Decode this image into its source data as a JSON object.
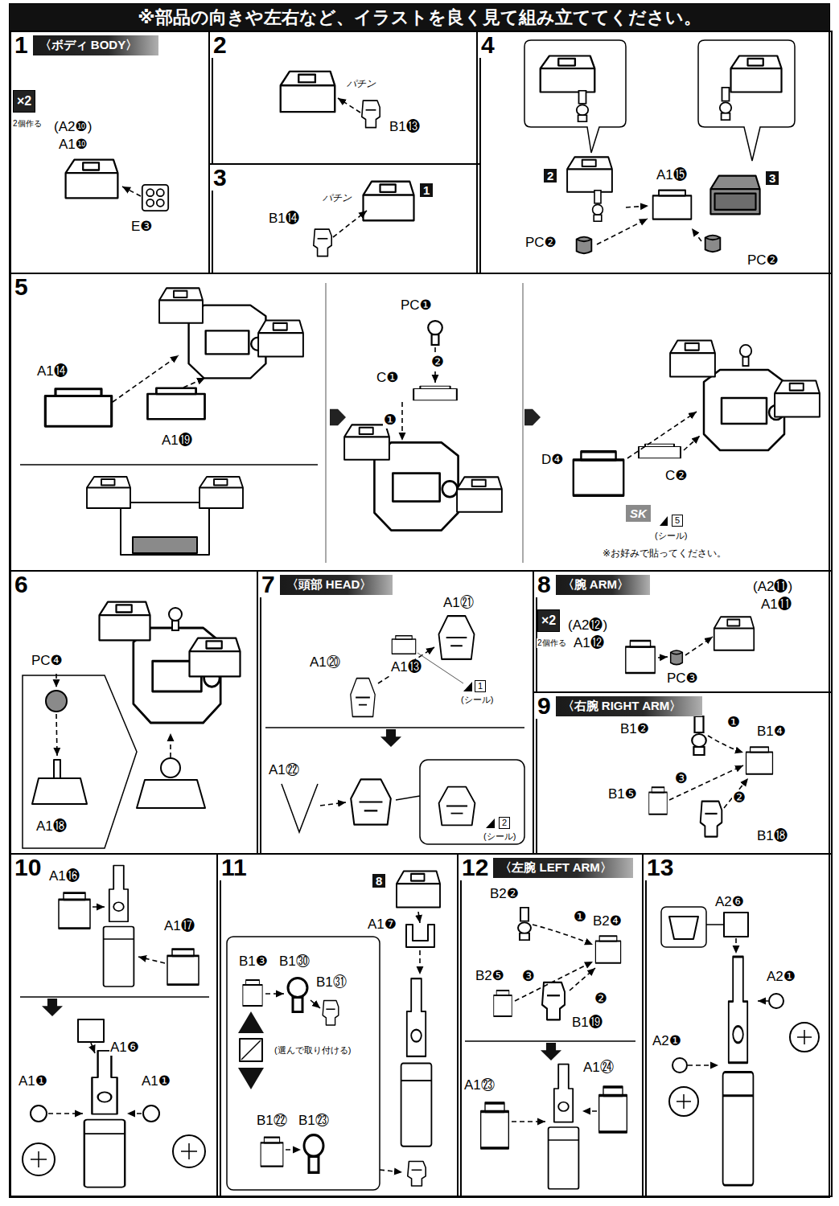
{
  "diagram": {
    "title": "※部品の向きや左右など、イラストを良く見て組み立ててください。",
    "nodes": [
      {
        "text": [
          "1",
          "〈ボディ BODY〉"
        ]
      },
      {
        "text": [
          "2"
        ]
      },
      {
        "text": [
          "3"
        ]
      },
      {
        "text": [
          "4"
        ]
      },
      {
        "text": [
          "5"
        ]
      },
      {
        "text": [
          "6"
        ]
      },
      {
        "text": [
          "7",
          "〈頭部 HEAD〉"
        ]
      },
      {
        "text": [
          "8",
          "〈腕 ARM〉"
        ]
      },
      {
        "text": [
          "9",
          "〈右腕 RIGHT ARM〉"
        ]
      },
      {
        "text": [
          "10"
        ]
      },
      {
        "text": [
          "11"
        ]
      },
      {
        "text": [
          "12",
          "〈左腕 LEFT ARM〉"
        ]
      },
      {
        "text": [
          "13"
        ]
      }
    ],
    "labels": [
      "×2",
      "2個作る",
      "(A2❿)",
      "A1❿",
      "E❸",
      "パチン",
      "B1⓭",
      "パチン",
      "B1⓮",
      "1",
      "2",
      "A1⓯",
      "3",
      "PC❷",
      "PC❷",
      "A1⓮",
      "A1⓳",
      "PC❶",
      "❷",
      "C❶",
      "❶",
      "D❹",
      "C❷",
      "SK",
      "5",
      "(シール)",
      "※お好みで貼ってください。",
      "PC❹",
      "A1⓲",
      "A1⑳",
      "A1㉑",
      "A1⓭",
      "1",
      "(シール)",
      "A1㉒",
      "2",
      "(シール)",
      "×2",
      "2個作る",
      "(A2⓫)",
      "A1⓫",
      "(A2⓬)",
      "A1⓬",
      "PC❸",
      "B1❷",
      "❶",
      "B1❹",
      "❸",
      "B1❺",
      "❷",
      "B1⓲",
      "A1⓰",
      "A1⓱",
      "A1❻",
      "A1❶",
      "A1❶",
      "8",
      "A1❼",
      "B1❸",
      "B1㉚",
      "B1㉛",
      "(選んで取り付ける)",
      "B1㉒",
      "B1㉓",
      "B2❷",
      "❶",
      "B2❹",
      "❸",
      "B2❺",
      "❷",
      "B1⓳",
      "A1㉔",
      "A1㉓",
      "A2❻",
      "A2❶",
      "A2❶"
    ]
  }
}
